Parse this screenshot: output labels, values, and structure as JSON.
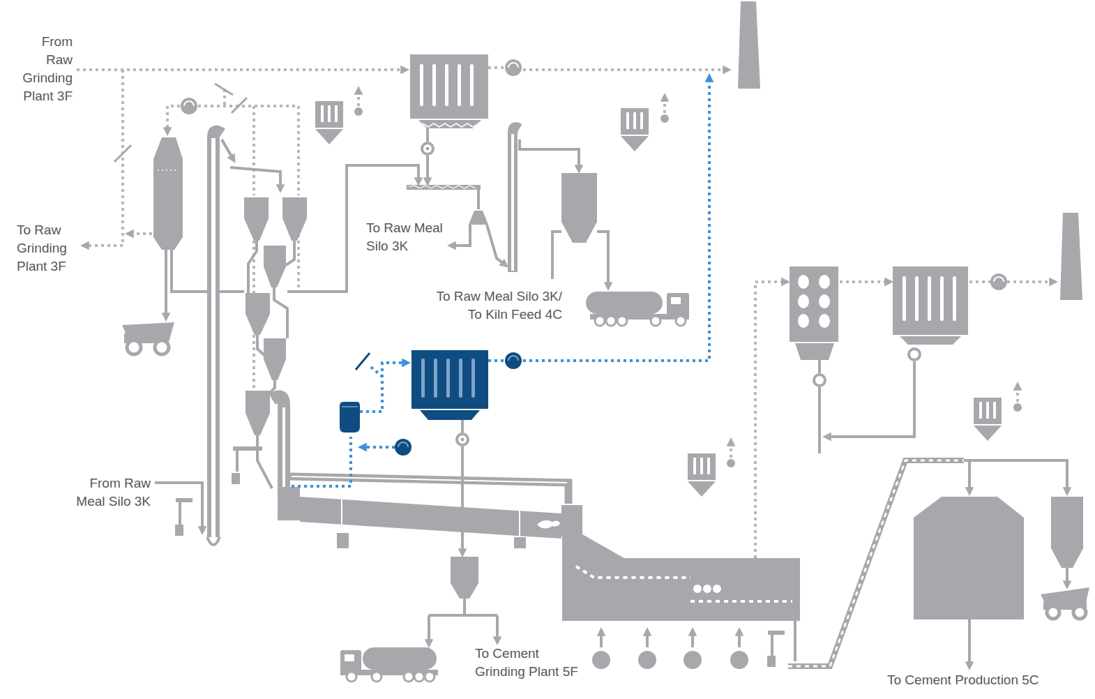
{
  "diagram": {
    "labels": [
      "From Raw Grinding Plant 3F",
      "To Raw Grinding Plant 3F",
      "To Raw Meal Silo 3K",
      "To Raw Meal Silo 3K/ To Kiln Feed 4C",
      "From Raw Meal Silo 3K",
      "To Cement Grinding Plant 5F",
      "To Cement Production 5C"
    ]
  }
}
